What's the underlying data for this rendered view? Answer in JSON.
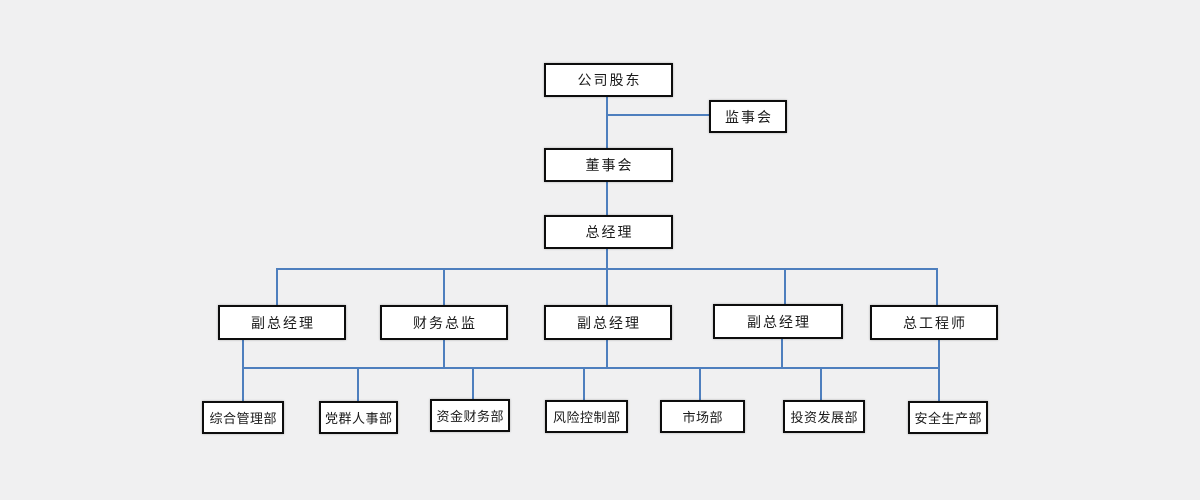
{
  "palette": {
    "background": "#f0f0f1",
    "box_fill": "#ffffff",
    "box_border": "#0d0d0d",
    "connector": "#4e7fbe",
    "text": "#1a1a1a"
  },
  "org_chart": {
    "type": "org-hierarchy",
    "nodes": {
      "shareholders": {
        "label": "公司股东"
      },
      "supervisory_board": {
        "label": "监事会"
      },
      "board_of_directors": {
        "label": "董事会"
      },
      "general_manager": {
        "label": "总经理"
      },
      "deputy_gm_1": {
        "label": "副总经理"
      },
      "finance_director": {
        "label": "财务总监"
      },
      "deputy_gm_2": {
        "label": "副总经理"
      },
      "deputy_gm_3": {
        "label": "副总经理"
      },
      "chief_engineer": {
        "label": "总工程师"
      },
      "dept_general_admin": {
        "label": "综合管理部"
      },
      "dept_party_personnel": {
        "label": "党群人事部"
      },
      "dept_funds_finance": {
        "label": "资金财务部"
      },
      "dept_risk_control": {
        "label": "风险控制部"
      },
      "dept_marketing": {
        "label": "市场部"
      },
      "dept_investment_dev": {
        "label": "投资发展部"
      },
      "dept_safety_production": {
        "label": "安全生产部"
      }
    },
    "hierarchy": {
      "levels": [
        [
          "公司股东"
        ],
        [
          "监事会 (side branch of 公司股东)"
        ],
        [
          "董事会"
        ],
        [
          "总经理"
        ],
        [
          "副总经理",
          "财务总监",
          "副总经理",
          "副总经理",
          "总工程师"
        ],
        [
          "综合管理部",
          "党群人事部",
          "资金财务部",
          "风险控制部",
          "市场部",
          "投资发展部",
          "安全生产部"
        ]
      ],
      "edges": [
        {
          "from": "shareholders",
          "to": "board_of_directors"
        },
        {
          "from": "shareholders",
          "to": "supervisory_board"
        },
        {
          "from": "board_of_directors",
          "to": "general_manager"
        },
        {
          "from": "general_manager",
          "to": "deputy_gm_1"
        },
        {
          "from": "general_manager",
          "to": "finance_director"
        },
        {
          "from": "general_manager",
          "to": "deputy_gm_2"
        },
        {
          "from": "general_manager",
          "to": "deputy_gm_3"
        },
        {
          "from": "general_manager",
          "to": "chief_engineer"
        },
        {
          "from": "executive-row-bus",
          "to": "dept_general_admin"
        },
        {
          "from": "executive-row-bus",
          "to": "dept_party_personnel"
        },
        {
          "from": "executive-row-bus",
          "to": "dept_funds_finance"
        },
        {
          "from": "executive-row-bus",
          "to": "dept_risk_control"
        },
        {
          "from": "executive-row-bus",
          "to": "dept_marketing"
        },
        {
          "from": "executive-row-bus",
          "to": "dept_investment_dev"
        },
        {
          "from": "executive-row-bus",
          "to": "dept_safety_production"
        }
      ]
    }
  }
}
